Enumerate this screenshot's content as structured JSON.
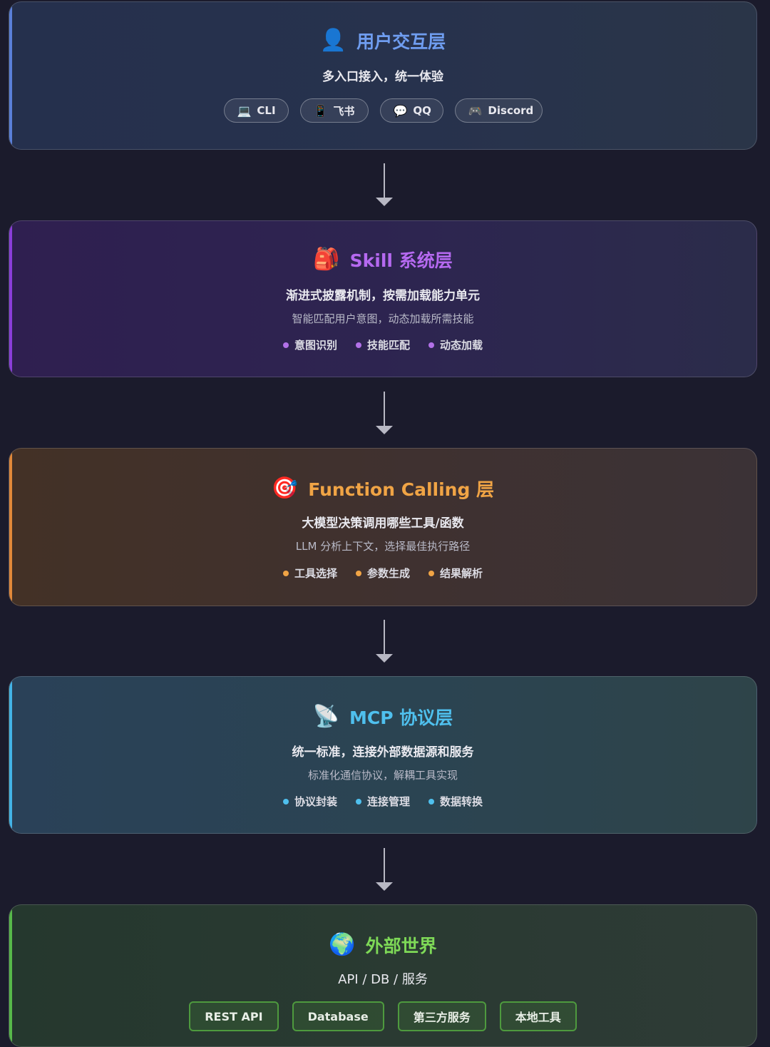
{
  "layers": {
    "user": {
      "icon": "👤",
      "icon_name": "user-icon",
      "title": "用户交互层",
      "title_color": "#6f9df0",
      "subtitle": "多入口接入，统一体验",
      "chips": [
        {
          "icon": "💻",
          "icon_name": "laptop-icon",
          "label": "CLI"
        },
        {
          "icon": "📱",
          "icon_name": "phone-icon",
          "label": "飞书"
        },
        {
          "icon": "💬",
          "icon_name": "chat-bubble-icon",
          "label": "QQ"
        },
        {
          "icon": "🎮",
          "icon_name": "gamepad-icon",
          "label": "Discord"
        }
      ]
    },
    "skill": {
      "icon": "🎒",
      "icon_name": "backpack-icon",
      "title": "Skill 系统层",
      "title_color": "#b569f0",
      "subtitle": "渐进式披露机制，按需加载能力单元",
      "description": "智能匹配用户意图，动态加载所需技能",
      "dot_color": "#b271e8",
      "features": [
        "意图识别",
        "技能匹配",
        "动态加载"
      ]
    },
    "function_calling": {
      "icon": "🎯",
      "icon_name": "target-icon",
      "title": "Function Calling 层",
      "title_color": "#f0a445",
      "subtitle": "大模型决策调用哪些工具/函数",
      "description": "LLM 分析上下文，选择最佳执行路径",
      "dot_color": "#f0a445",
      "features": [
        "工具选择",
        "参数生成",
        "结果解析"
      ]
    },
    "mcp": {
      "icon": "📡",
      "icon_name": "satellite-dish-icon",
      "title": "MCP 协议层",
      "title_color": "#4fc0ee",
      "subtitle": "统一标准，连接外部数据源和服务",
      "description": "标准化通信协议，解耦工具实现",
      "dot_color": "#4fc0ee",
      "features": [
        "协议封装",
        "连接管理",
        "数据转换"
      ]
    },
    "external": {
      "icon": "🌍",
      "icon_name": "globe-icon",
      "title": "外部世界",
      "title_color": "#7ed957",
      "subtitle": "API / DB / 服务",
      "tags": [
        "REST API",
        "Database",
        "第三方服务",
        "本地工具"
      ]
    }
  }
}
